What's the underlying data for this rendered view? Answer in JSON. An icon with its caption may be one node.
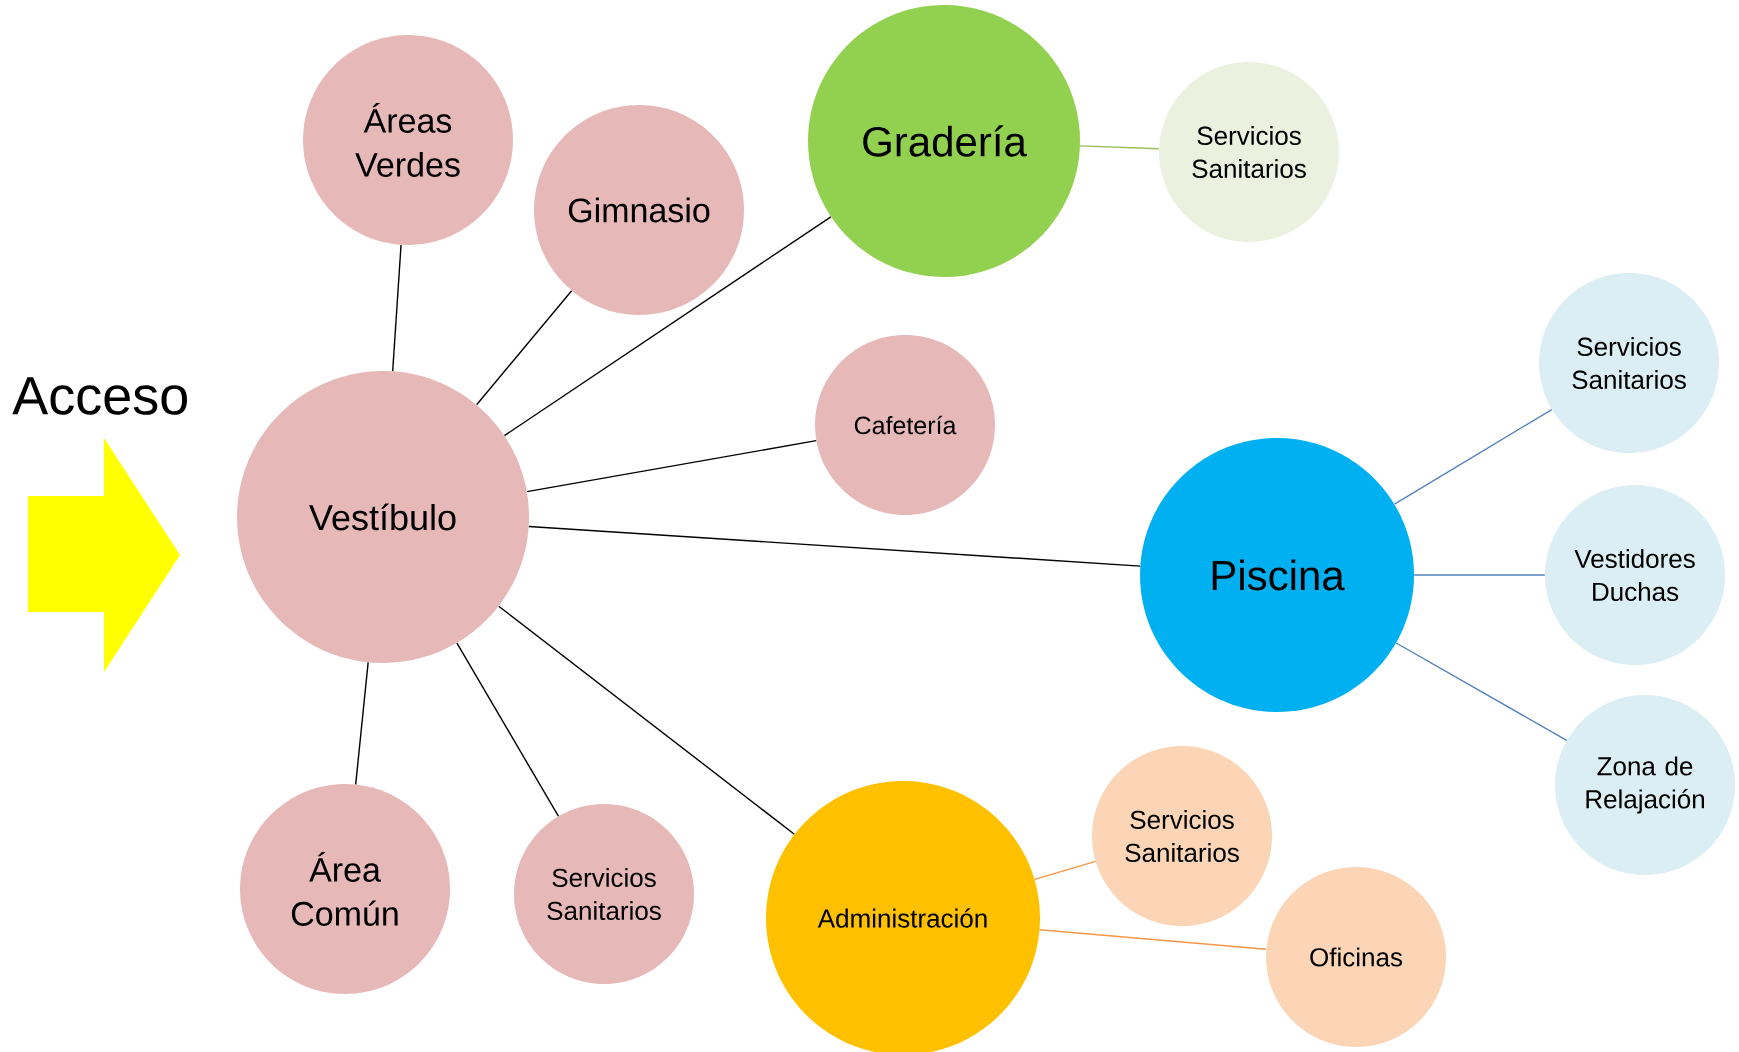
{
  "diagram": {
    "nodes": [
      {
        "text": [
          "Vestíbulo"
        ]
      },
      {
        "text": [
          "Áreas Verdes"
        ]
      },
      {
        "text": [
          "Gimnasio"
        ]
      },
      {
        "text": [
          "Gradería"
        ]
      },
      {
        "text": [
          "Servicios Sanitarios"
        ]
      },
      {
        "text": [
          "Cafetería"
        ]
      },
      {
        "text": [
          "Piscina"
        ]
      },
      {
        "text": [
          "Servicios Sanitarios"
        ]
      },
      {
        "text": [
          "Vestidores Duchas"
        ]
      },
      {
        "text": [
          "Zona de Relajación"
        ]
      },
      {
        "text": [
          "Área Común"
        ]
      },
      {
        "text": [
          "Servicios Sanitarios"
        ]
      },
      {
        "text": [
          "Administración"
        ]
      },
      {
        "text": [
          "Servicios Sanitarios"
        ]
      },
      {
        "text": [
          "Oficinas"
        ]
      }
    ],
    "edges": [
      {
        "from": 0,
        "to": 1,
        "arrow": "none"
      },
      {
        "from": 0,
        "to": 2,
        "arrow": "none"
      },
      {
        "from": 0,
        "to": 3,
        "arrow": "none"
      },
      {
        "from": 0,
        "to": 5,
        "arrow": "none"
      },
      {
        "from": 0,
        "to": 6,
        "arrow": "none"
      },
      {
        "from": 0,
        "to": 10,
        "arrow": "none"
      },
      {
        "from": 0,
        "to": 11,
        "arrow": "none"
      },
      {
        "from": 0,
        "to": 12,
        "arrow": "none"
      },
      {
        "from": 3,
        "to": 4,
        "arrow": "none",
        "color": "#9bbb59"
      },
      {
        "from": 6,
        "to": 7,
        "arrow": "none",
        "color": "#4f81bd"
      },
      {
        "from": 6,
        "to": 8,
        "arrow": "none",
        "color": "#4f81bd"
      },
      {
        "from": 6,
        "to": 9,
        "arrow": "none",
        "color": "#4f81bd"
      },
      {
        "from": 12,
        "to": 13,
        "arrow": "none",
        "color": "#f79646"
      },
      {
        "from": 12,
        "to": 14,
        "arrow": "none",
        "color": "#f79646"
      }
    ],
    "labels": [
      "Acceso"
    ]
  }
}
